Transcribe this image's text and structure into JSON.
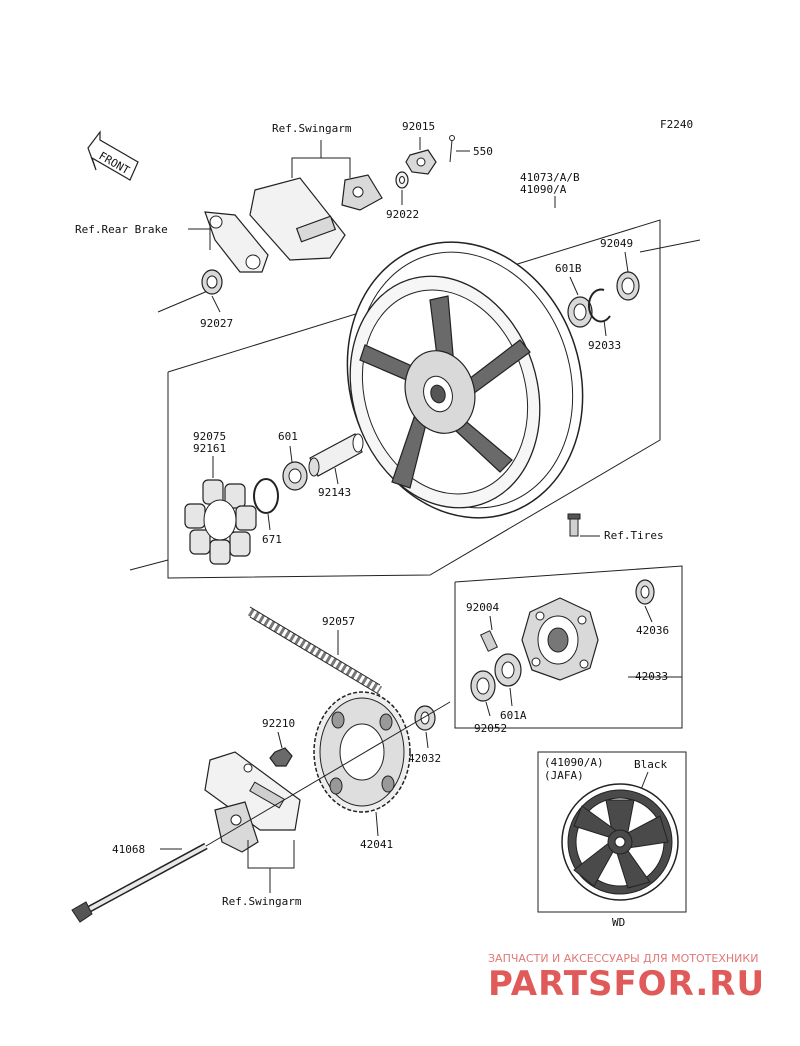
{
  "diagram_code": "F2240",
  "front_label": "FRONT",
  "parts": {
    "p92015": "92015",
    "p550": "550",
    "p92022": "92022",
    "p41073": "41073/A/B",
    "p41090": "41090/A",
    "p92049": "92049",
    "p601B": "601B",
    "p92033": "92033",
    "p92027": "92027",
    "p92075": "92075",
    "p92161": "92161",
    "p601": "601",
    "p671": "671",
    "p92143": "92143",
    "p92004": "92004",
    "p42036": "42036",
    "p92057": "92057",
    "p42033": "42033",
    "p601A": "601A",
    "p92052": "92052",
    "p92210": "92210",
    "p42032": "42032",
    "p42041": "42041",
    "p41068": "41068"
  },
  "refs": {
    "swingarm_top": "Ref.Swingarm",
    "rear_brake": "Ref.Rear Brake",
    "tires": "Ref.Tires",
    "swingarm_bottom": "Ref.Swingarm"
  },
  "inset": {
    "code": "(41090/A)",
    "region": "(JAFA)",
    "color": "Black",
    "marker": "WD"
  },
  "watermark": {
    "tagline": "ЗАПЧАСТИ И АКСЕССУАРЫ ДЛЯ МОТОТЕХНИКИ",
    "brand": "PARTSFOR.RU",
    "color": "#e05a5a"
  }
}
